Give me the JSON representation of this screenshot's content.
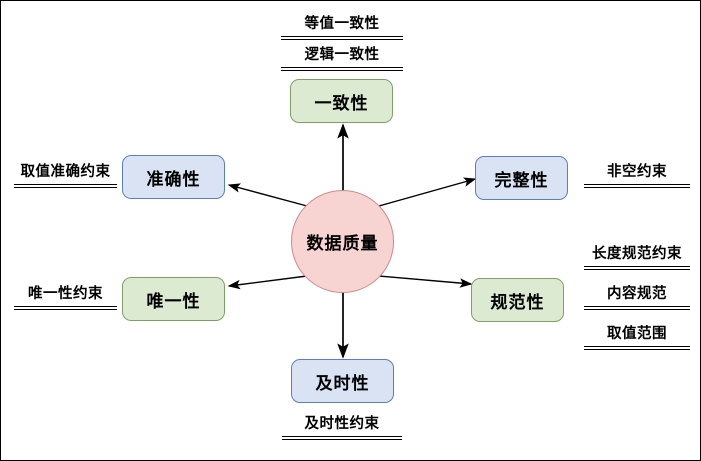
{
  "diagram": {
    "title": "数据质量",
    "hub": {
      "label": "数据质量",
      "fill": "#f7d4d2",
      "stroke": "#c98a87"
    },
    "colors": {
      "blue_fill": "#dae3f3",
      "blue_stroke": "#5b7fbd",
      "green_fill": "#dcead1",
      "green_stroke": "#7f9f68",
      "hub_fill": "#f7d4d2",
      "hub_stroke": "#c98a87",
      "edge": "#000000",
      "frame": "#000000"
    },
    "nodes": [
      {
        "id": "consistency",
        "label": "一致性",
        "style": "green"
      },
      {
        "id": "accuracy",
        "label": "准确性",
        "style": "blue"
      },
      {
        "id": "completeness",
        "label": "完整性",
        "style": "blue"
      },
      {
        "id": "uniqueness",
        "label": "唯一性",
        "style": "green"
      },
      {
        "id": "normativity",
        "label": "规范性",
        "style": "green"
      },
      {
        "id": "timeliness",
        "label": "及时性",
        "style": "blue"
      }
    ],
    "constraints": {
      "consistency": [
        "等值一致性",
        "逻辑一致性"
      ],
      "accuracy": [
        "取值准确约束"
      ],
      "completeness": [
        "非空约束"
      ],
      "uniqueness": [
        "唯一性约束"
      ],
      "normativity": [
        "长度规范约束",
        "内容规范",
        "取值范围"
      ],
      "timeliness": [
        "及时性约束"
      ]
    }
  }
}
